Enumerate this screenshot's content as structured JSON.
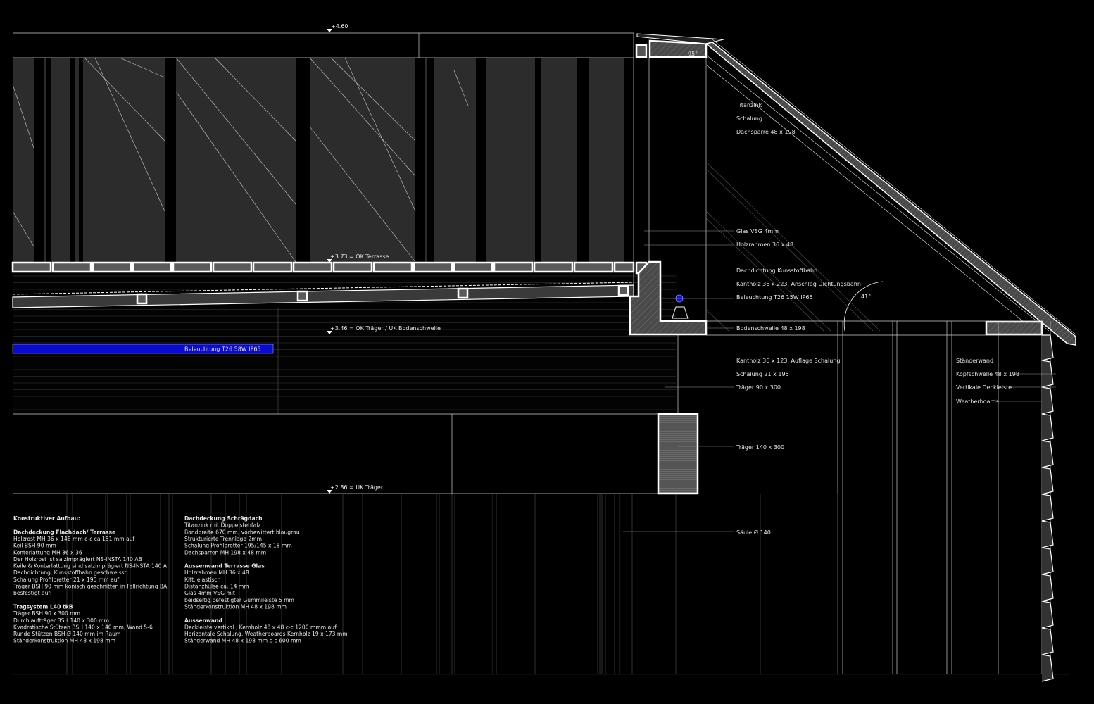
{
  "levels": {
    "top": "+4.60",
    "terrace": "+3.73 = OK Terrasse",
    "beam_top": "+3.46 = OK Träger / UK Bodenschwelle",
    "beam_bottom": "+2.86 = UK Träger"
  },
  "angles": {
    "eave": "95°",
    "roof_pitch": "41°"
  },
  "lighting_strip": {
    "label": "Beleuchtung T26 58W IP65",
    "color": "#0a0ad0"
  },
  "callouts": {
    "titanzink": "Titanzink",
    "schalung": "Schalung",
    "dachsparre": "Dachsparre 48 x 198",
    "glas": "Glas VSG 4mm",
    "holzrahmen": "Holzrahmen 36 x 48",
    "dachdichtung": "Dachdichtung Kunsstoffbahn",
    "kantholz_223": "Kantholz 36 x 223, Anschlag Dichtungsbahn",
    "beleuchtung_15w": "Beleuchtung T26 15W IP65",
    "bodenschwelle": "Bodenschwelle 48 x 198",
    "kantholz_123": "Kantholz 36 x 123, Auflage  Schalung",
    "schalung_21": "Schalung  21 x 195",
    "traeger_90": "Träger 90 x 300",
    "traeger_140": "Träger 140 x 300",
    "saeule": "Säule Ø 140",
    "staenderwand": "Ständerwand",
    "kopfschwelle": "Kopfschwelle 48 x 198",
    "deckleiste": "Vertikale Deckleiste",
    "weatherboards": "Weatherboards"
  },
  "notes_left": [
    {
      "heading": "Konstruktiver Aufbau:",
      "lines": []
    },
    {
      "heading": "Dachdeckung Flachdach/ Terrasse",
      "lines": [
        "Holzrost  MH 36 x 148 mm c-c ca 151 mm auf",
        "Keil BSH 90 mm",
        "Konterlattung MH 36 x 36",
        "Der Holzrost ist salzimprägiert NS-INSTA 140 AB",
        "Keile & Konterlattung sind salzimprägiert NS-INSTA 140 A",
        "Dachdichtung, Kunsstoffbahn geschweisst",
        "Schalung Profilbretter 21 x 195 mm auf",
        "Träger BSH 90 mm konisch geschnitten in Fallrichtung BA",
        "besfestigt auf:"
      ]
    },
    {
      "heading": "Tragsystem L40 tkB",
      "lines": [
        "Träger BSH 90 x 300 mm",
        "Durchlaufträger BSH 140 x 300 mm",
        "Kvadratische Stützen BSH 140 x 140 mm, Wand 5-6",
        "Runde Stützen BSH Ø 140 mm im Raum",
        "Ständerkonstruktion MH 48 x 198 mm"
      ]
    }
  ],
  "notes_right": [
    {
      "heading": "Dachdeckung Schrägdach",
      "lines": [
        "Titanzink mit Doppelstehfalz",
        "Bandbreite 670 mm, vorbewittert blaugrau",
        "Strukturierte Trennlage 2mm",
        "Schalung Profilbretter 195/145 x 18 mm",
        "Dachsparren MH  198 x 48 mm"
      ]
    },
    {
      "heading": "Aussenwand Terrasse Glas",
      "lines": [
        "Holzrahmen MH  36 x 48",
        "Kitt, elastisch",
        "Distanzhülse ca. 14 mm",
        "Glas 4mm VSG mit",
        "beidseitig befestigter Gummileiste 5 mm",
        "Ständerkonstruktion MH 48 x 198 mm"
      ]
    },
    {
      "heading": "Aussenwand",
      "lines": [
        "Deckleiste vertikal , Kernholz 48 x 48 c-c 1200 mmm auf",
        "Horizontale Schalung, Weatherboards Kernholz  19 x 173 mm",
        "Ständerwand MH 48 x 198 mm c-c 600 mm"
      ]
    }
  ]
}
